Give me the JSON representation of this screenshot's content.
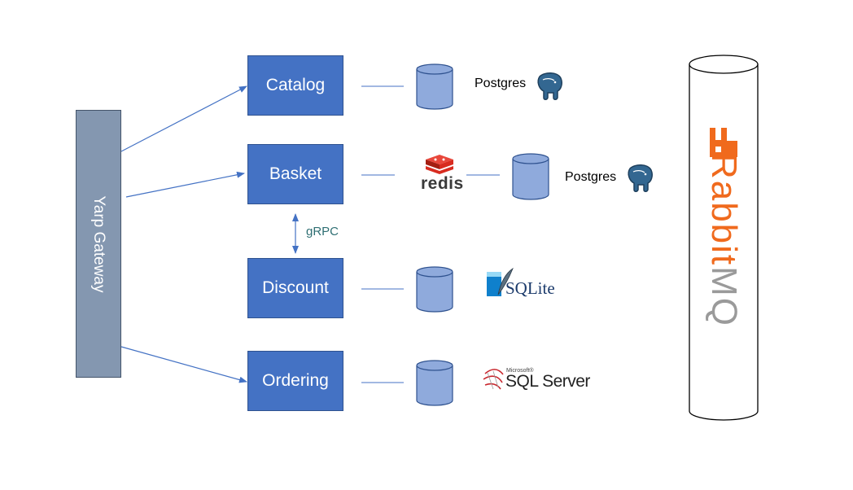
{
  "gateway": {
    "label": "Yarp Gateway"
  },
  "services": {
    "catalog": "Catalog",
    "basket": "Basket",
    "discount": "Discount",
    "ordering": "Ordering"
  },
  "protocols": {
    "grpc": "gRPC"
  },
  "datastores": {
    "catalog_db": "Postgres",
    "basket_cache": "redis",
    "basket_db": "Postgres",
    "discount_db": "SQLite",
    "ordering_db_vendor": "Microsoft®",
    "ordering_db": "SQL Server"
  },
  "message_bus": {
    "label_part1": "Rabbit",
    "label_part2": "MQ"
  },
  "colors": {
    "service_fill": "#4472C4",
    "gateway_fill": "#8497B0",
    "database_fill": "#8FAADC",
    "connector": "#4472C4",
    "rabbitmq_orange": "#F06A1D",
    "redis_red": "#D82C20"
  }
}
